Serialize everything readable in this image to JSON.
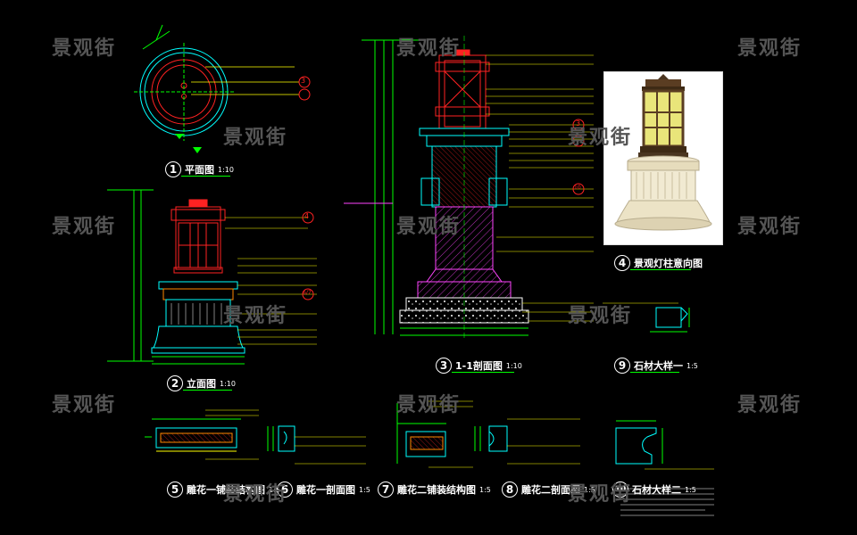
{
  "watermark": "景观街",
  "drawings": {
    "d1": {
      "num": "1",
      "title": "平面图",
      "scale": "1:10"
    },
    "d2": {
      "num": "2",
      "title": "立面图",
      "scale": "1:10"
    },
    "d3": {
      "num": "3",
      "title": "1-1剖面图",
      "scale": "1:10"
    },
    "d4": {
      "num": "4",
      "title": "景观灯柱意向图",
      "scale": ""
    },
    "d5": {
      "num": "5",
      "title": "雕花一铺装结构图",
      "scale": "1:5"
    },
    "d6": {
      "num": "6",
      "title": "雕花一剖面图",
      "scale": "1:5"
    },
    "d7": {
      "num": "7",
      "title": "雕花二铺装结构图",
      "scale": "1:5"
    },
    "d8": {
      "num": "8",
      "title": "雕花二剖面图",
      "scale": "1:5"
    },
    "d9": {
      "num": "9",
      "title": "石材大样一",
      "scale": "1:5"
    },
    "d10": {
      "num": "10",
      "title": "石材大样二",
      "scale": "1:5"
    }
  },
  "callouts": {
    "c3": "3",
    "c4": "4",
    "c67": "6/7",
    "c10": "10",
    "c3b": "3"
  },
  "colors": {
    "red": "#ff2020",
    "green": "#00ff00",
    "yellow": "#ffff00",
    "cyan": "#00ffff",
    "magenta": "#ff40ff",
    "white": "#ffffff",
    "gray": "#555555"
  }
}
